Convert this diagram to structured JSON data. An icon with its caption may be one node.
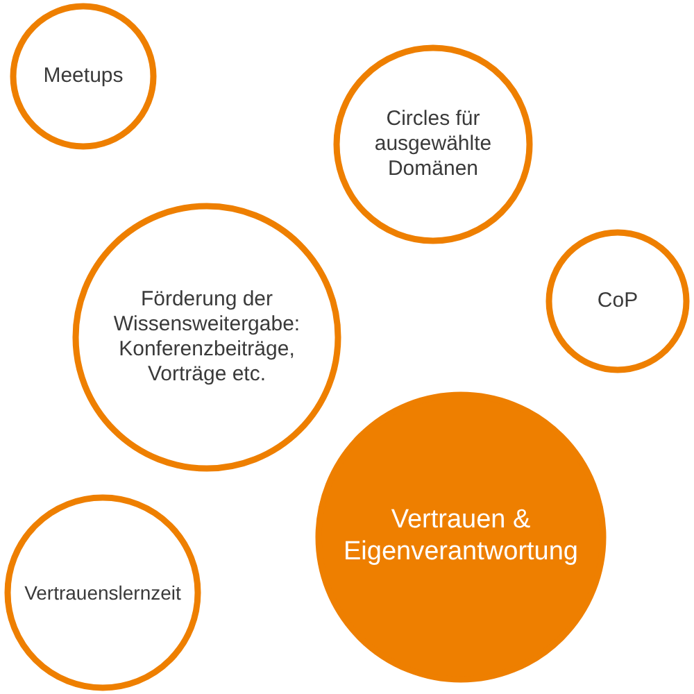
{
  "diagram": {
    "nodes": [
      {
        "text": [
          "Meetups"
        ]
      },
      {
        "text": [
          "Circles für ausgewählte Domänen"
        ]
      },
      {
        "text": [
          "CoP"
        ]
      },
      {
        "text": [
          "Förderung der Wissensweitergabe: Konferenzbeiträge, Vorträge etc."
        ]
      },
      {
        "text": [
          "Vertrauen & Eigenverantwortung"
        ]
      },
      {
        "text": [
          "Vertrauenslernzeit"
        ]
      }
    ]
  }
}
